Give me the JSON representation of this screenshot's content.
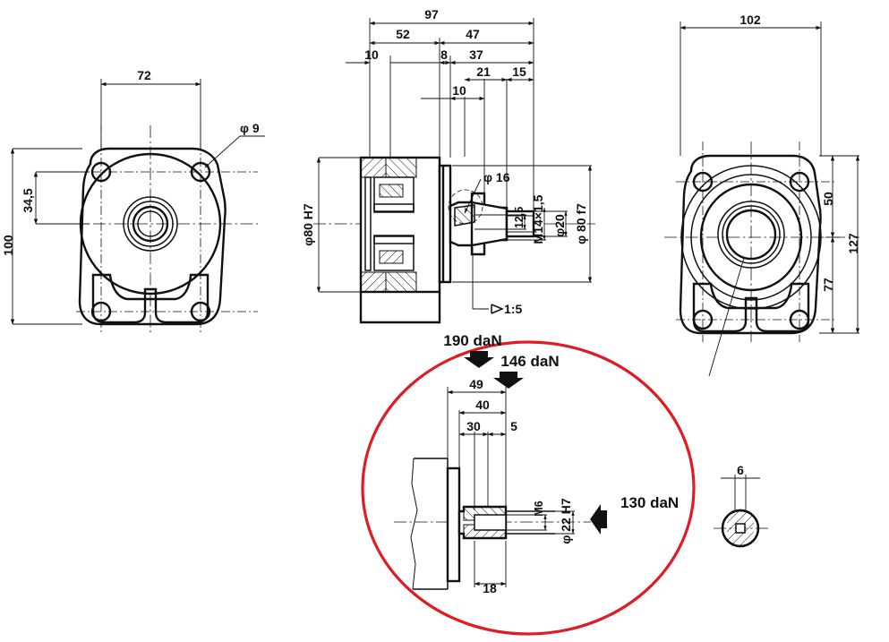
{
  "drawing": {
    "title": "Hydraulic pump mounting flange technical drawing",
    "units": "mm",
    "accent_color": "#e01b24",
    "line_color": "#111111",
    "background": "#ffffff"
  },
  "views": {
    "left": {
      "name": "front-view-mounting-face",
      "dimensions": {
        "width_72": "72",
        "height_100": "100",
        "offset_34_5": "34,5",
        "hole_callout": "φ 9"
      }
    },
    "middle": {
      "name": "sectional-side-view",
      "dimensions": {
        "overall_97": "97",
        "len_52": "52",
        "len_47": "47",
        "len_10a": "10",
        "len_8": "8",
        "len_37": "37",
        "len_21": "21",
        "len_15": "15",
        "len_10b": "10",
        "bore_80_h7": "φ80 H7",
        "shaft_80_f7": "φ 80 f7",
        "key_12_5": "12,5",
        "thread_m14": "M14×1,5",
        "dia_20": "φ20",
        "dia_16": "φ 16",
        "taper": "1:5"
      }
    },
    "right": {
      "name": "rear-view-port-face",
      "dimensions": {
        "width_102": "102",
        "height_127": "127",
        "upper_50": "50",
        "lower_77": "77"
      }
    },
    "detail": {
      "name": "detail-view-shaft-loads",
      "circled": true,
      "dimensions": {
        "len_49": "49",
        "len_40": "40",
        "len_30": "30",
        "len_5": "5",
        "len_18": "18",
        "thread_m6": "M6",
        "dia_22_h7": "φ 22 H7"
      },
      "loads": [
        {
          "label": "190 daN",
          "direction": "down"
        },
        {
          "label": "146 daN",
          "direction": "down"
        },
        {
          "label": "130 daN",
          "direction": "left"
        }
      ]
    },
    "key_detail": {
      "name": "key-cross-section-detail",
      "dimensions": {
        "width_6": "6"
      }
    }
  }
}
